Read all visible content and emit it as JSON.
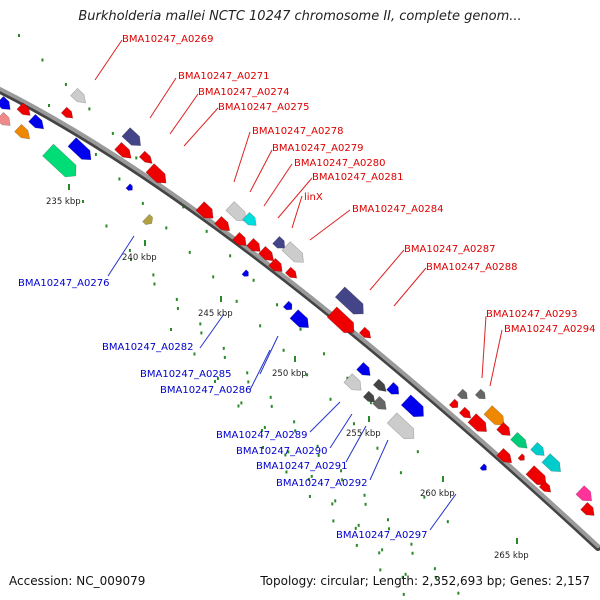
{
  "title": "Burkholderia mallei NCTC 10247 chromosome II, complete genom...",
  "footer": {
    "accession": "Accession: NC_009079",
    "summary": "Topology: circular; Length: 2,352,693 bp; Genes: 2,157"
  },
  "colors": {
    "forward_label": "#dd0000",
    "reverse_label": "#0000cc",
    "backbone": "#888888",
    "tick": "#2a8a2a"
  },
  "kbp_ticks": [
    "235 kbp",
    "240 kbp",
    "245 kbp",
    "250 kbp",
    "255 kbp",
    "260 kbp",
    "265 kbp"
  ],
  "forward_gene_labels": [
    "BMA10247_A0269",
    "BMA10247_A0271",
    "BMA10247_A0274",
    "BMA10247_A0275",
    "BMA10247_A0278",
    "BMA10247_A0279",
    "BMA10247_A0280",
    "BMA10247_A0281",
    "linX",
    "BMA10247_A0284",
    "BMA10247_A0287",
    "BMA10247_A0288",
    "BMA10247_A0293",
    "BMA10247_A0294"
  ],
  "reverse_gene_labels": [
    "BMA10247_A0276",
    "BMA10247_A0282",
    "BMA10247_A0285",
    "BMA10247_A0286",
    "BMA10247_A0289",
    "BMA10247_A0290",
    "BMA10247_A0291",
    "BMA10247_A0292",
    "BMA10247_A0297"
  ]
}
